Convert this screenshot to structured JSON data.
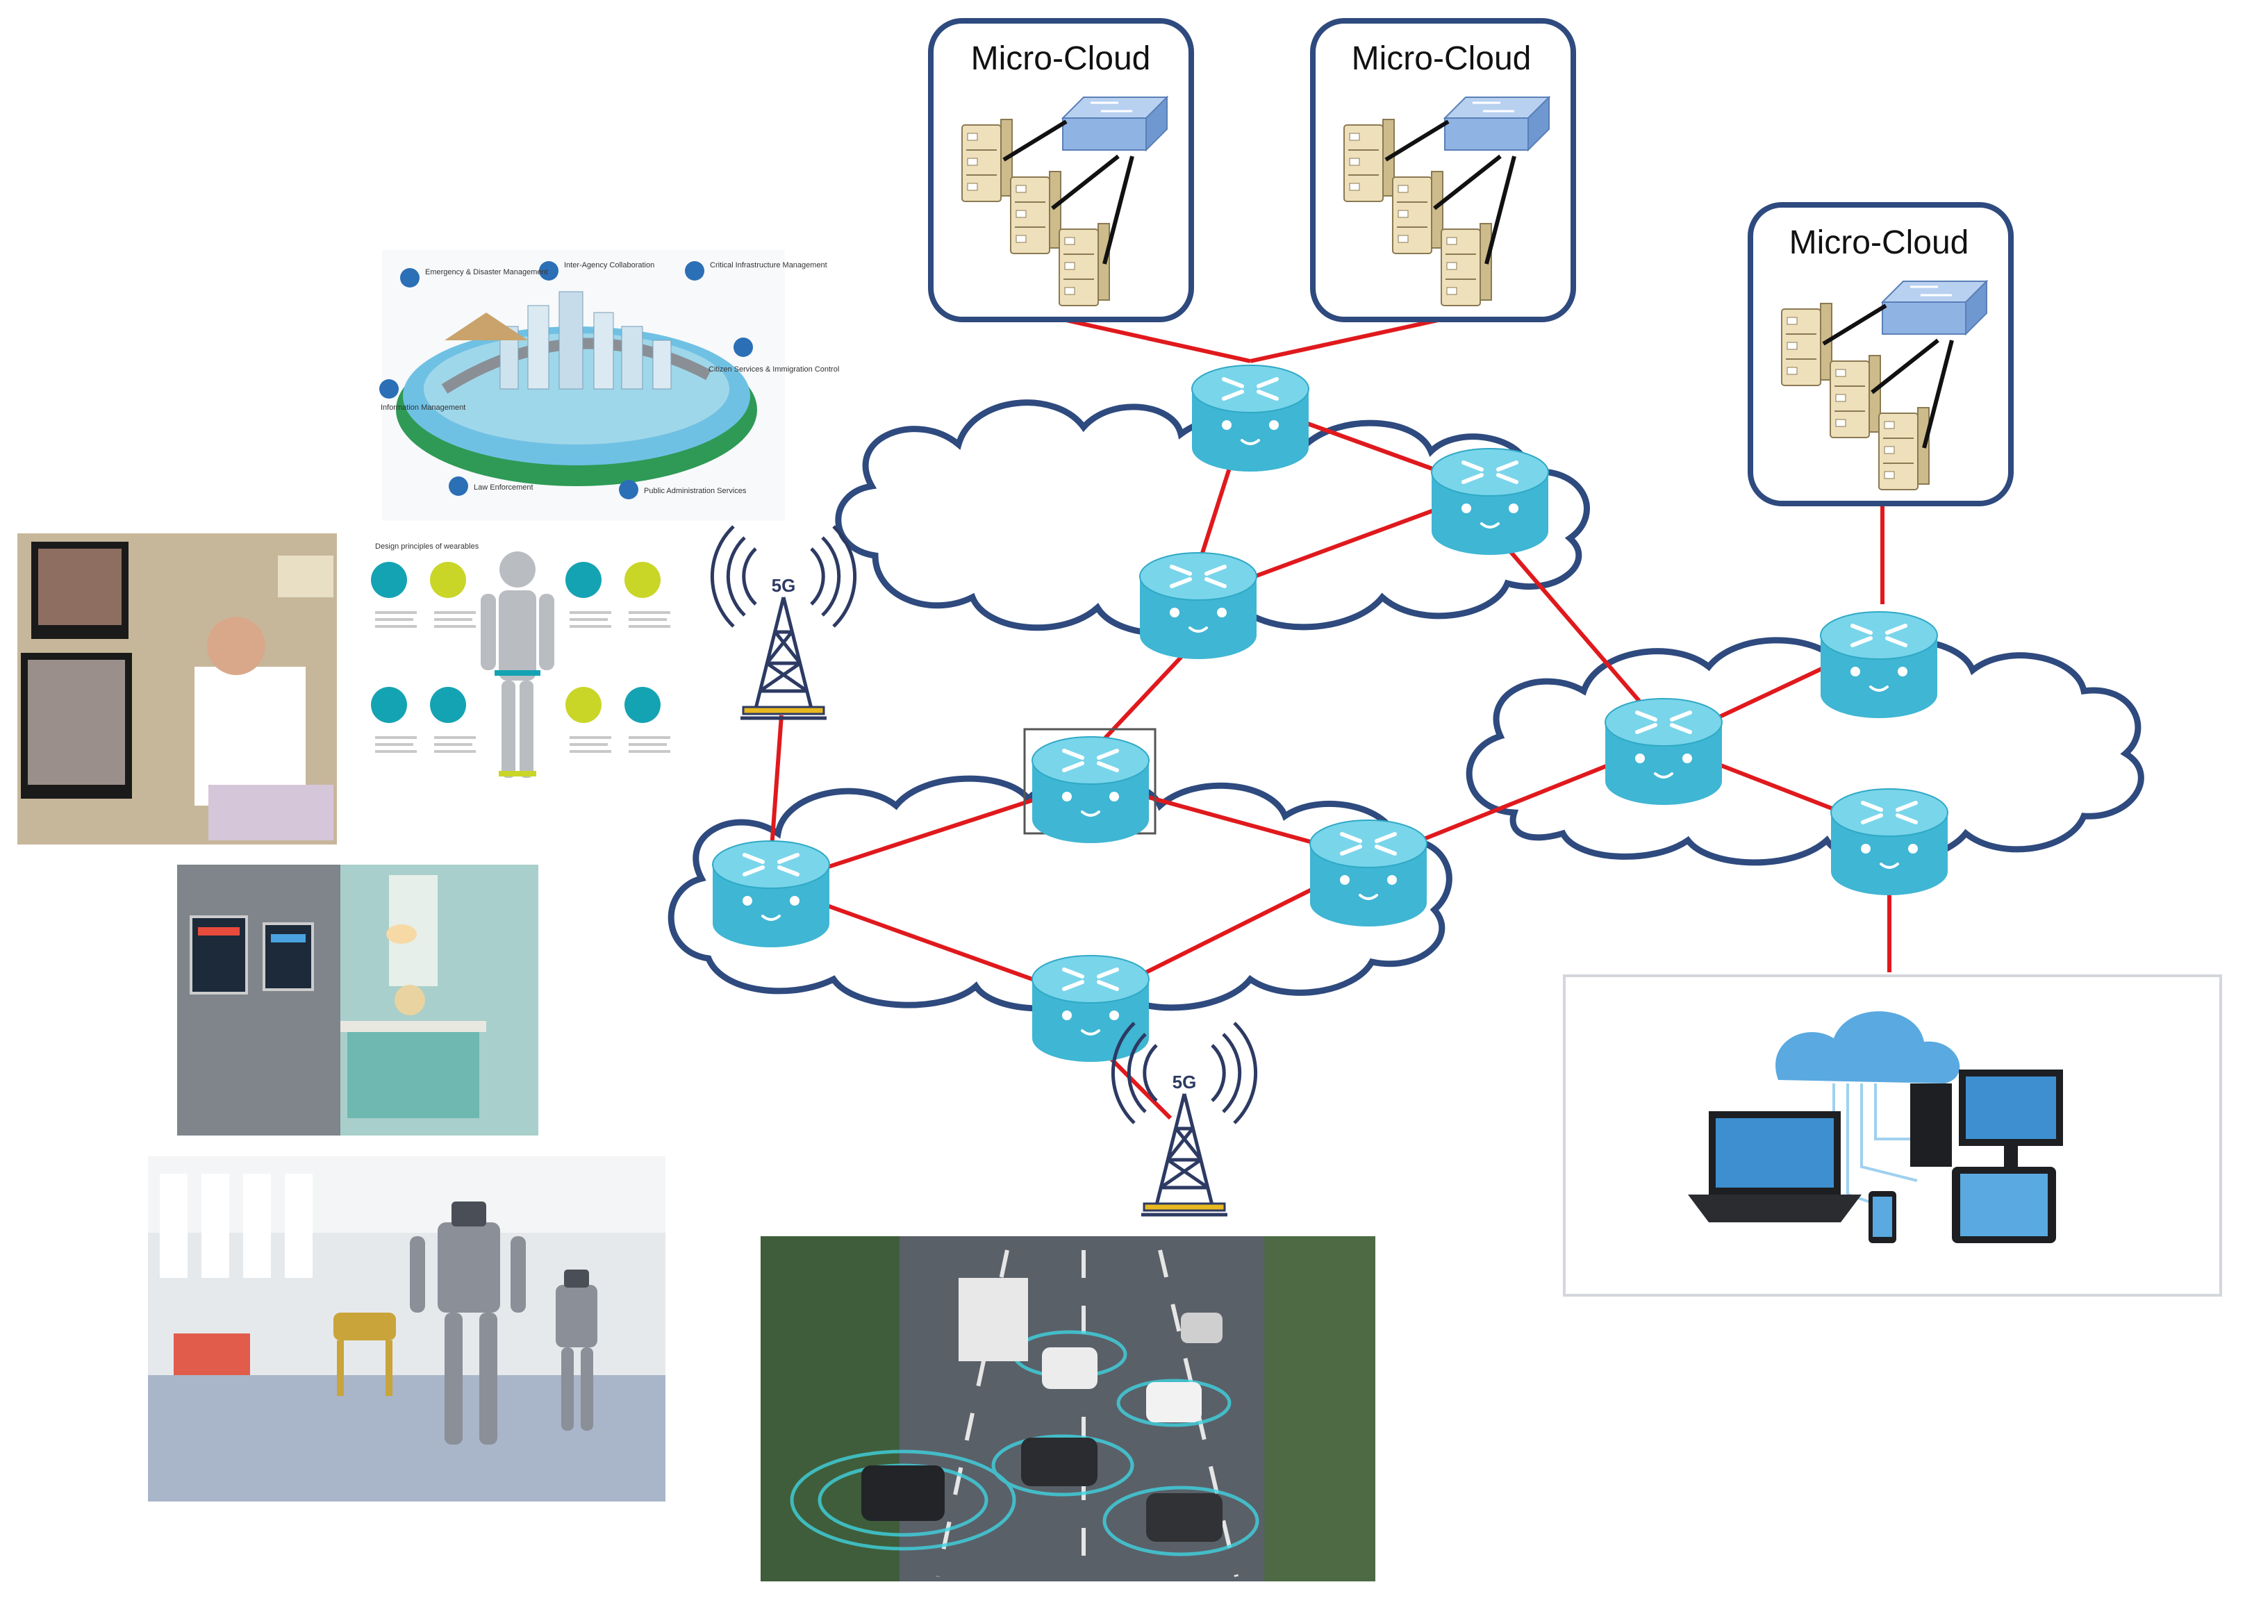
{
  "microclouds": [
    {
      "label": "Micro-Cloud"
    },
    {
      "label": "Micro-Cloud"
    },
    {
      "label": "Micro-Cloud"
    }
  ],
  "towers": [
    {
      "label": "5G"
    },
    {
      "label": "5G"
    }
  ],
  "smart_city": {
    "callouts": [
      "Emergency & Disaster Management",
      "Inter-Agency Collaboration",
      "Critical Infrastructure Management",
      "Information Management",
      "Citizen Services & Immigration Control",
      "Law Enforcement",
      "Public Administration Services"
    ]
  },
  "wearables": {
    "title": "Design principles of wearables"
  },
  "colors": {
    "link": "#e0191d",
    "router": "#5bc8e0",
    "router_dark": "#2fa9c6",
    "cloud_outline": "#2e4a7e",
    "microcloud_border": "#2e4a7e",
    "server": "#efe0bc",
    "switch": "#8fb3e3"
  }
}
